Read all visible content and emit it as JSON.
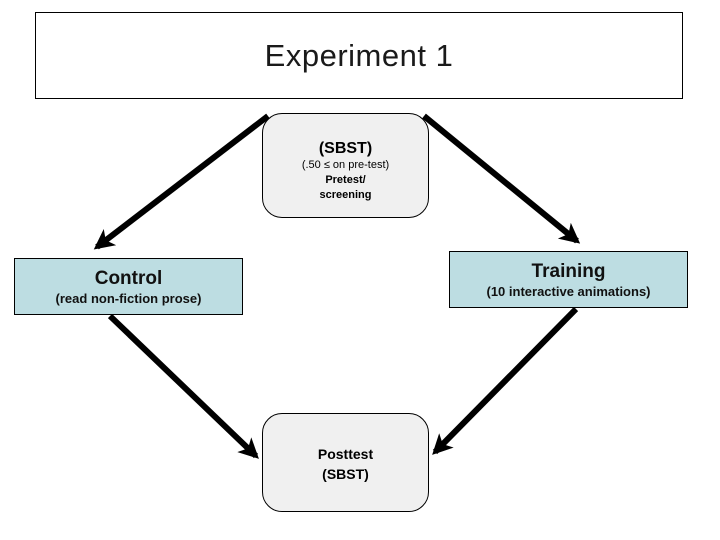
{
  "slide": {
    "title": "Experiment 1"
  },
  "pretest_box": {
    "line1": "(SBST)",
    "line2": "(.50 ≤ on pre-test)",
    "line3": "Pretest/",
    "line4": "screening"
  },
  "control_box": {
    "title": "Control",
    "subtitle": "(read non-fiction prose)"
  },
  "training_box": {
    "title": "Training",
    "subtitle": "(10 interactive animations)"
  },
  "posttest_box": {
    "line1": "Posttest",
    "line2": "(SBST)"
  },
  "colors": {
    "condition_box_fill": "#bddde2",
    "rounded_box_fill": "#f0f0f0",
    "border": "#000000",
    "arrow": "#000000",
    "background": "#ffffff",
    "title_text": "#1a1a1a"
  }
}
